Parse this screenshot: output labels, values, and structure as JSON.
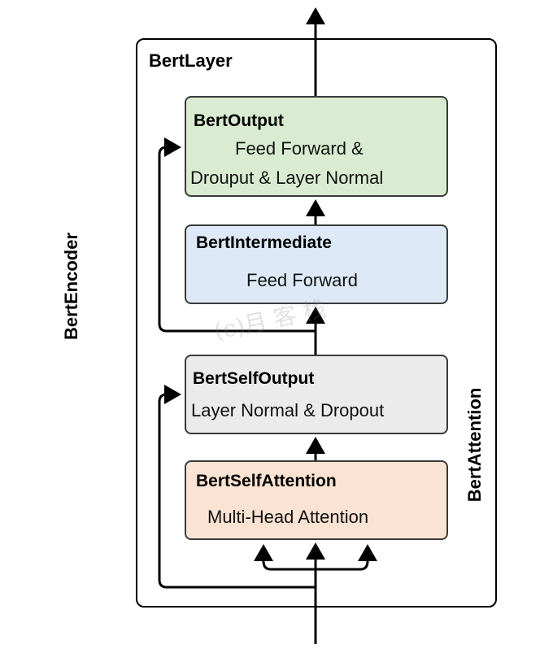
{
  "diagram": {
    "encoder_label": "BertEncoder",
    "layer_label": "BertLayer",
    "attention_label": "BertAttention",
    "watermark": "(c)月 客 栈",
    "boxes": {
      "output": {
        "title": "BertOutput",
        "line1": "Feed Forward &",
        "line2": "Drouput & Layer Normal",
        "color": "#d9ecd1"
      },
      "intermediate": {
        "title": "BertIntermediate",
        "line1": "Feed Forward",
        "color": "#dde9f6"
      },
      "self_output": {
        "title": "BertSelfOutput",
        "line1": "Layer Normal & Dropout",
        "color": "#ebebeb"
      },
      "self_attention": {
        "title": "BertSelfAttention",
        "line1": "Multi-Head Attention",
        "color": "#fbe3d3"
      }
    }
  }
}
